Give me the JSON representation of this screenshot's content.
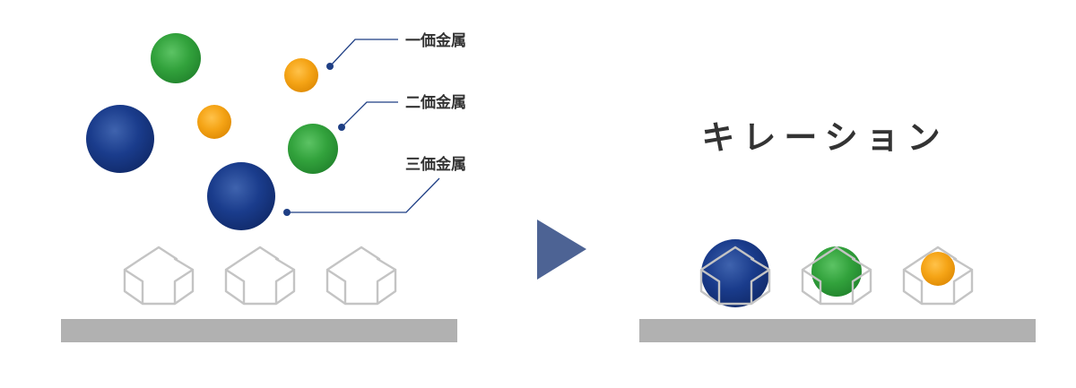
{
  "labels": {
    "monovalent": "一価金属",
    "divalent": "二価金属",
    "trivalent": "三価金属"
  },
  "title": "キレーション",
  "colors": {
    "blue": "#1a3c8c",
    "green": "#32a23c",
    "orange": "#f5a416",
    "gray_bar": "#b1b1b1",
    "cage_stroke": "#c4c4c4",
    "arrow": "#4d6394",
    "leader": "#1f3f85",
    "text": "#333333"
  }
}
